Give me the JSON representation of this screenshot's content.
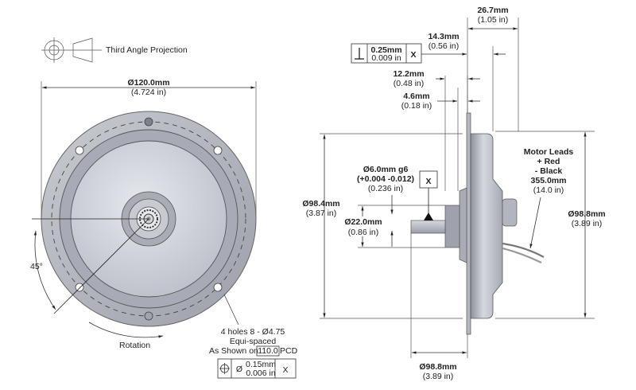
{
  "projection": {
    "label": "Third Angle Projection"
  },
  "front_view": {
    "overall_diameter": {
      "mm": "Ø120.0mm",
      "in": "(4.724 in)"
    },
    "angle_label": "45°",
    "rotation_label": "Rotation",
    "holes_note": {
      "line1": "4 holes 8 - Ø4.75",
      "line2": "Equi-spaced",
      "line3_prefix": "As Shown on",
      "pcd_value": "110.0",
      "line3_suffix": "PCD"
    },
    "position_tolerance": {
      "symbol": "⌖",
      "diameter_symbol": "Ø",
      "mm": "0.15mm",
      "in": "0.006 in",
      "datum": "X"
    }
  },
  "side_view": {
    "perpendicularity_tolerance": {
      "symbol": "⊥",
      "mm": "0.25mm",
      "in": "0.009 in",
      "datum": "X"
    },
    "dims": {
      "overall_depth": {
        "mm": "26.7mm",
        "in": "(1.05 in)"
      },
      "depth_14": {
        "mm": "14.3mm",
        "in": "(0.56 in)"
      },
      "depth_12": {
        "mm": "12.2mm",
        "in": "(0.48 in)"
      },
      "depth_4": {
        "mm": "4.6mm",
        "in": "(0.18 in)"
      },
      "shaft": {
        "line1": "Ø6.0mm g6",
        "line2": "(+0.004  -0.012)",
        "in": "(0.236 in)"
      },
      "hub": {
        "mm": "Ø22.0mm",
        "in": "(0.86 in)"
      },
      "flange_left": {
        "mm": "Ø98.4mm",
        "in": "(3.87 in)"
      },
      "body_right": {
        "mm": "Ø98.8mm",
        "in": "(3.89 in)"
      },
      "bottom": {
        "mm": "Ø98.8mm",
        "in": "(3.89 in)"
      }
    },
    "datum_label": "X",
    "motor_leads": {
      "line1": "Motor Leads",
      "line2": "+ Red",
      "line3": "- Black",
      "line4": "355.0mm",
      "line5": "(14.0 in)"
    }
  }
}
